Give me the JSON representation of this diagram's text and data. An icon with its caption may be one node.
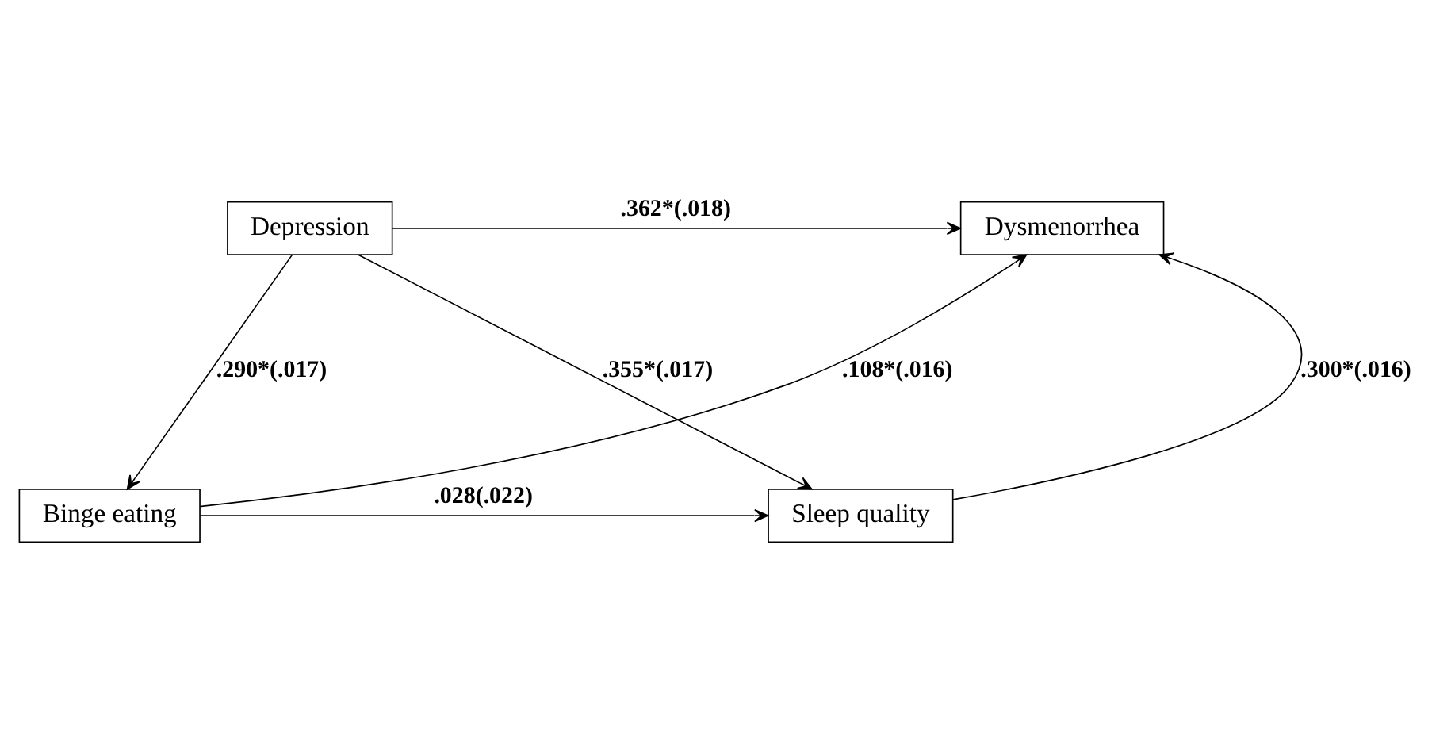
{
  "diagram": {
    "nodes": [
      {
        "text": [
          "Depression"
        ]
      },
      {
        "text": [
          "Dysmenorrhea"
        ]
      },
      {
        "text": [
          "Binge eating"
        ]
      },
      {
        "text": [
          "Sleep quality"
        ]
      }
    ],
    "edges": [
      {
        "from": 0,
        "to": 1,
        "arrow": "to",
        "label": ".362*(.018)"
      },
      {
        "from": 0,
        "to": 3,
        "arrow": "to",
        "label": ".355*(.017)"
      },
      {
        "from": 2,
        "to": 1,
        "arrow": "to",
        "label": ".108*(.016)"
      },
      {
        "from": 0,
        "to": 2,
        "arrow": "to",
        "label": ".290*(.017)"
      },
      {
        "from": 3,
        "to": 1,
        "arrow": "to",
        "label": ".300*(.016)"
      },
      {
        "from": 2,
        "to": 3,
        "arrow": "to",
        "label": ".028(.022)"
      }
    ]
  }
}
